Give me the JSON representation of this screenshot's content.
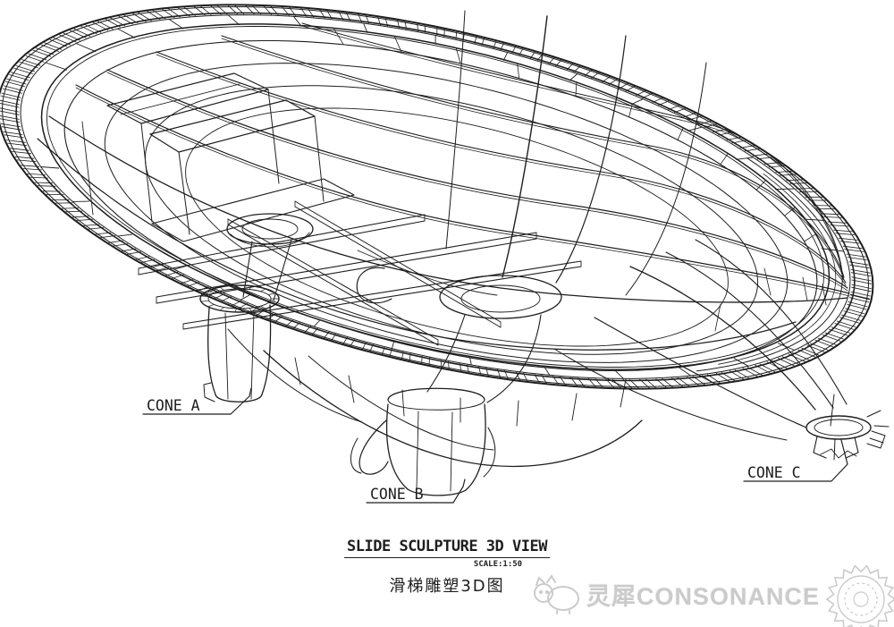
{
  "labels": {
    "cone_a": "CONE A",
    "cone_b": "CONE B",
    "cone_c": "CONE C"
  },
  "title_block": {
    "title": "SLIDE SCULPTURE 3D VIEW",
    "scale": "SCALE:1:50",
    "subtitle_cn": "滑梯雕塑3D图"
  },
  "watermark": {
    "brand": "灵犀CONSONANCE"
  },
  "colors": {
    "line": "#1e1e1e",
    "watermark": "#cbcbcb",
    "background": "#ffffff"
  }
}
